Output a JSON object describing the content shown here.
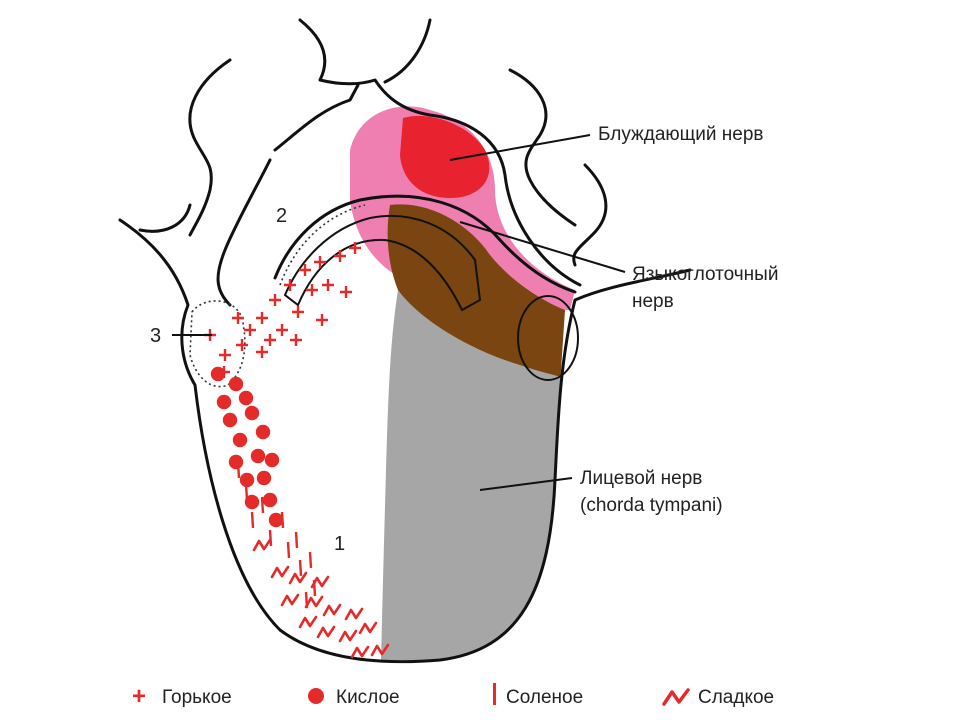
{
  "labels": {
    "vagus": "Блуждающий нерв",
    "glossopharyngeal_line1": "Языкоглоточный",
    "glossopharyngeal_line2": "нерв",
    "facial_line1": "Лицевой нерв",
    "facial_line2": "(chorda tympani)"
  },
  "region_numbers": {
    "n1": "1",
    "n2": "2",
    "n3": "3"
  },
  "legend": {
    "bitter_symbol": "+",
    "bitter": "Горькое",
    "sour": "Кислое",
    "salty": "Соленое",
    "sweet": "Сладкое"
  },
  "colors": {
    "vagus_pink": "#ee7fb0",
    "vagus_red": "#e8222e",
    "glossopharyngeal_brown": "#7a4510",
    "facial_gray": "#a6a6a6",
    "taste_marks": "#e52a2a",
    "outline": "#111111"
  }
}
